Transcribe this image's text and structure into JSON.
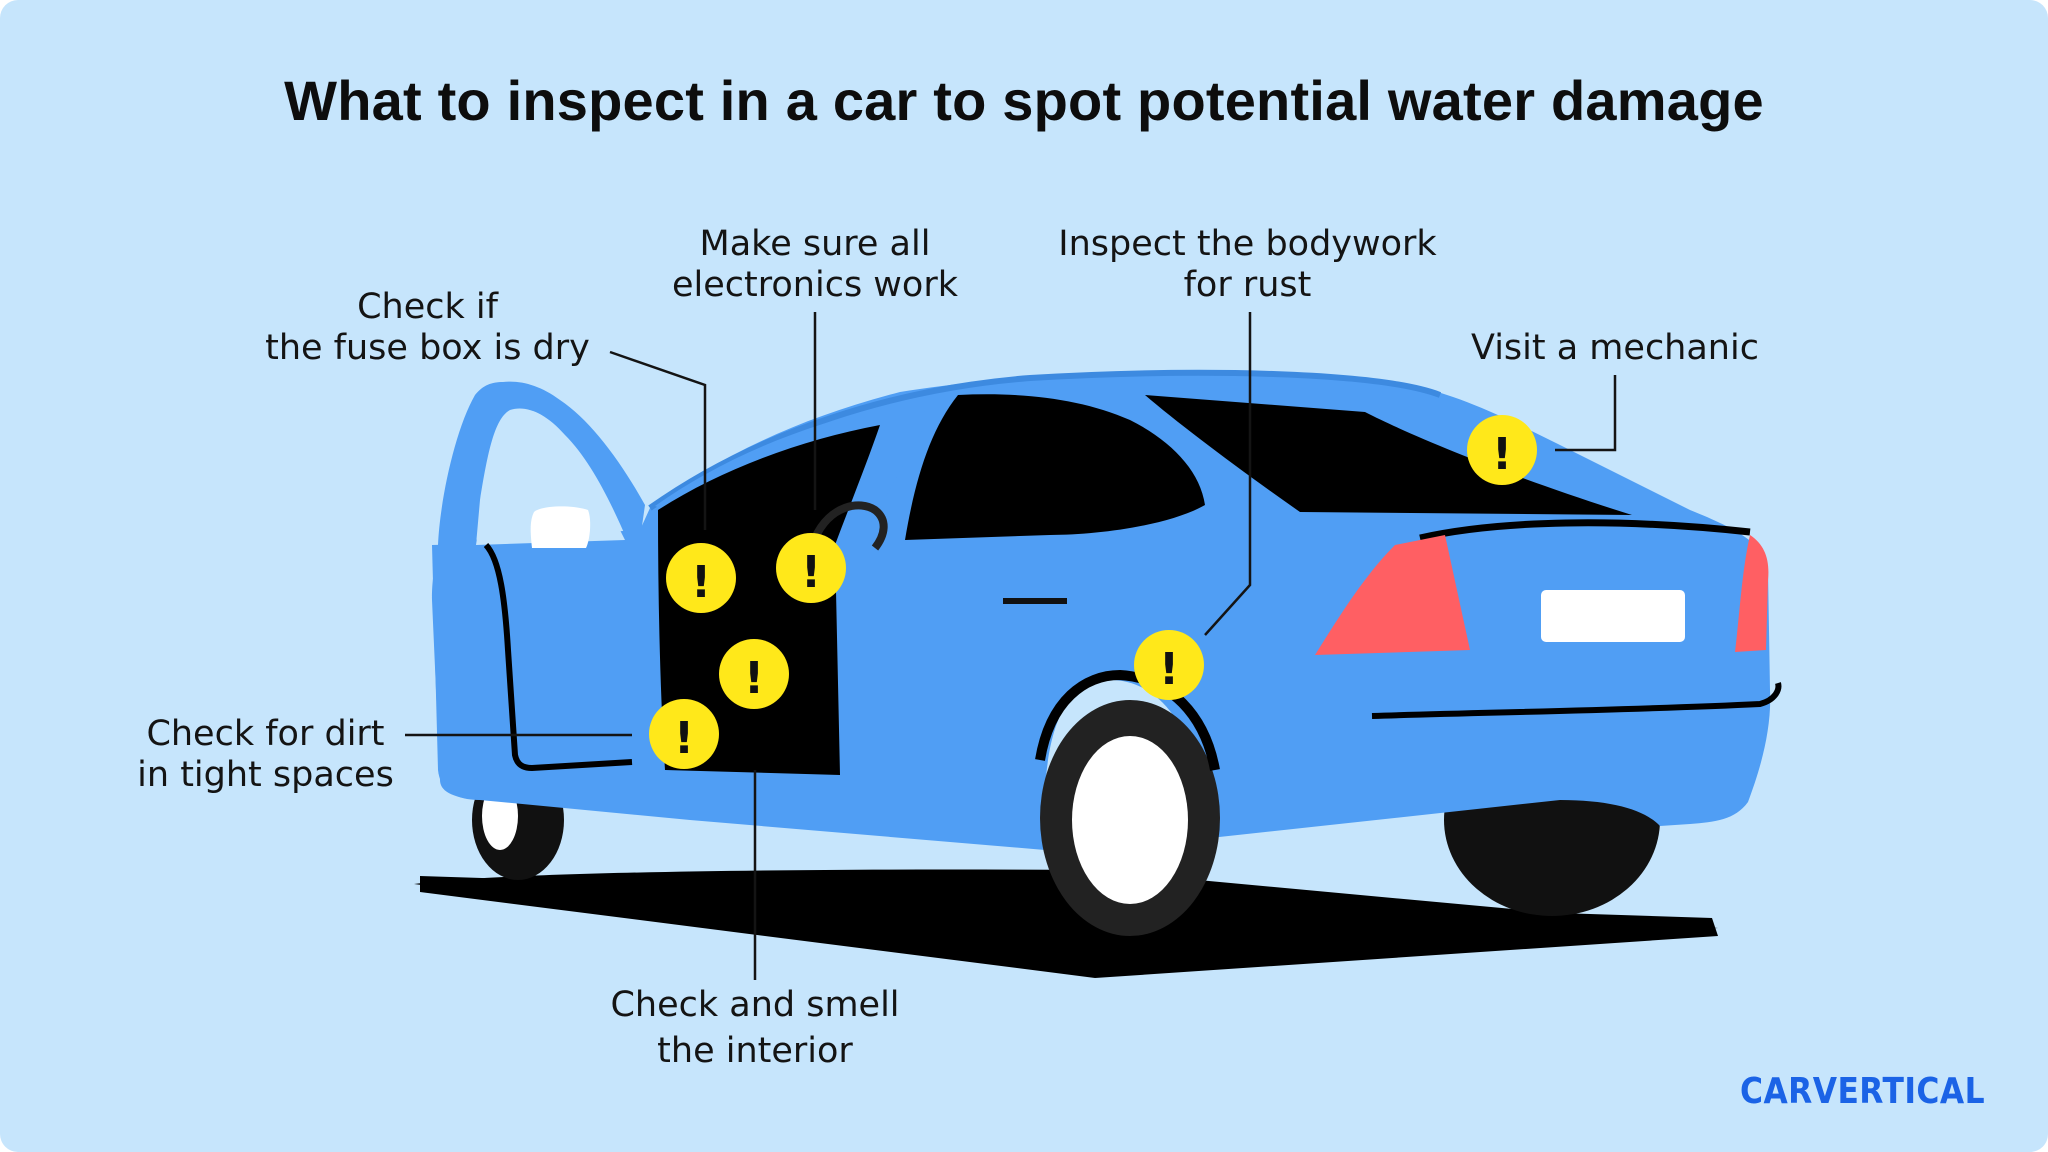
{
  "title": "What to inspect in a car to spot potential water damage",
  "callouts": {
    "fuse_box": [
      "Check if",
      "the fuse box is dry"
    ],
    "electronics": [
      "Make sure all",
      "electronics work"
    ],
    "bodywork": [
      "Inspect the bodywork",
      "for rust"
    ],
    "mechanic": [
      "Visit a mechanic"
    ],
    "dirt": [
      "Check for dirt",
      "in tight spaces"
    ],
    "interior": [
      "Check and smell",
      "the interior"
    ]
  },
  "marker_symbol": "!",
  "logo": {
    "text": "CARVERTICAL"
  },
  "colors": {
    "background": "#c6e5fc",
    "car_body": "#509ef4",
    "warning_marker": "#ffe81a",
    "tail_light": "#ff5f63",
    "logo": "#1b63e6"
  }
}
